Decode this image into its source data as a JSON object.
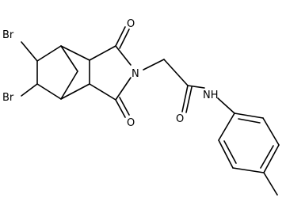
{
  "structure": {
    "atoms": {
      "br_top": "Br",
      "br_bottom": "Br",
      "o_top": "O",
      "o_bottom": "O",
      "n_imide": "N",
      "o_amide": "O",
      "nh_amide": "NH"
    }
  }
}
